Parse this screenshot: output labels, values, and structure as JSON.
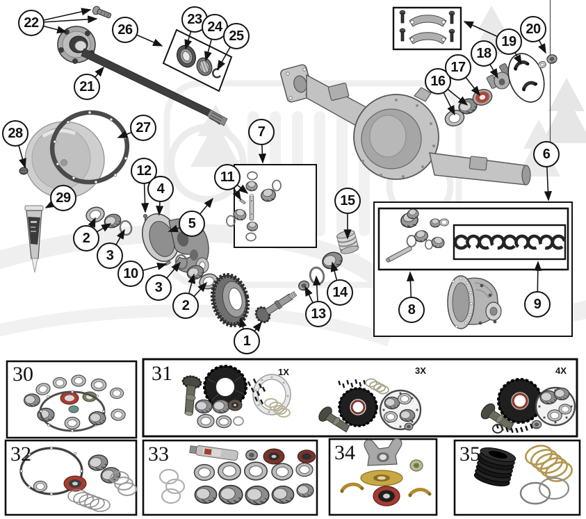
{
  "diagram": {
    "callouts": [
      "22",
      "26",
      "23",
      "24",
      "25",
      "21",
      "28",
      "27",
      "29",
      "12",
      "4",
      "7",
      "11",
      "5",
      "2",
      "3",
      "10",
      "3",
      "2",
      "1",
      "13",
      "14",
      "15",
      "16",
      "17",
      "18",
      "19",
      "20",
      "6",
      "8",
      "9"
    ],
    "panels": [
      "30",
      "31",
      "32",
      "33",
      "34",
      "35"
    ],
    "kit_labels": [
      "1X",
      "3X",
      "4X"
    ],
    "colors": {
      "background": "#ffffff",
      "line_art": "#3d3d3d",
      "callout_border": "#141414",
      "seal_red": "#a63c30",
      "kit_gold": "#c8a845",
      "watermark_gray": "#ececec"
    }
  }
}
